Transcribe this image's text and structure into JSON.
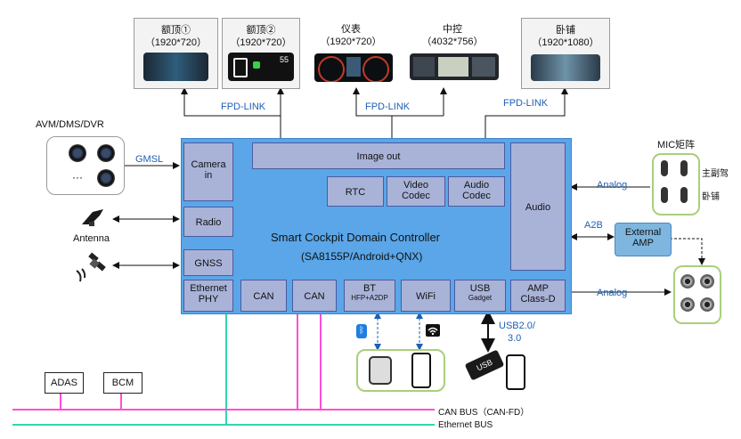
{
  "screens": [
    {
      "name": "额顶①",
      "res": "（1920*720）"
    },
    {
      "name": "额顶②",
      "res": "（1920*720）"
    },
    {
      "name": "仪表",
      "res": "（1920*720）"
    },
    {
      "name": "中控",
      "res": "（4032*756）"
    },
    {
      "name": "卧铺",
      "res": "（1920*1080）"
    }
  ],
  "fpd_link_labels": [
    "FPD-LINK",
    "FPD-LINK",
    "FPD-LINK"
  ],
  "avm_label": "AVM/DMS/DVR",
  "camera_dots": "···",
  "gmsl_label": "GMSL",
  "antenna_label": "Antenna",
  "controller": {
    "title": "Smart Cockpit Domain Controller",
    "subtitle": "(SA8155P/Android+QNX)",
    "blocks": {
      "image_out": "Image out",
      "rtc": "RTC",
      "video_codec_1": "Video",
      "video_codec_2": "Codec",
      "audio_codec_1": "Audio",
      "audio_codec_2": "Codec",
      "audio": "Audio",
      "camera_in_1": "Camera",
      "camera_in_2": "in",
      "radio": "Radio",
      "gnss": "GNSS",
      "ethernet_1": "Ethernet",
      "ethernet_2": "PHY",
      "can_1": "CAN",
      "can_2": "CAN",
      "bt_1": "BT",
      "bt_2": "HFP+A2DP",
      "wifi": "WiFi",
      "usb_1": "USB",
      "usb_2": "Gadget",
      "amp_1": "AMP",
      "amp_2": "Class-D"
    }
  },
  "mic": {
    "title": "MIC矩阵",
    "label_main": "主副驾",
    "label_sleeper": "卧铺"
  },
  "analog_labels": [
    "Analog",
    "Analog"
  ],
  "a2b_label": "A2B",
  "external_amp_1": "External",
  "external_amp_2": "AMP",
  "usb_label_1": "USB2.0/",
  "usb_label_2": "3.0",
  "usb_stick_text": "USB",
  "bus": {
    "adas": "ADAS",
    "bcm": "BCM",
    "can_bus": "CAN BUS（CAN-FD）",
    "ethernet_bus": "Ethernet BUS"
  },
  "colors": {
    "controller_bg": "#5aa6e8",
    "block_bg": "#a9b3d8",
    "can_bus": "#ff4fd8",
    "ethernet_bus": "#2fd6b0",
    "label_blue": "#1f5fb5",
    "green_border": "#a9cf7a"
  }
}
